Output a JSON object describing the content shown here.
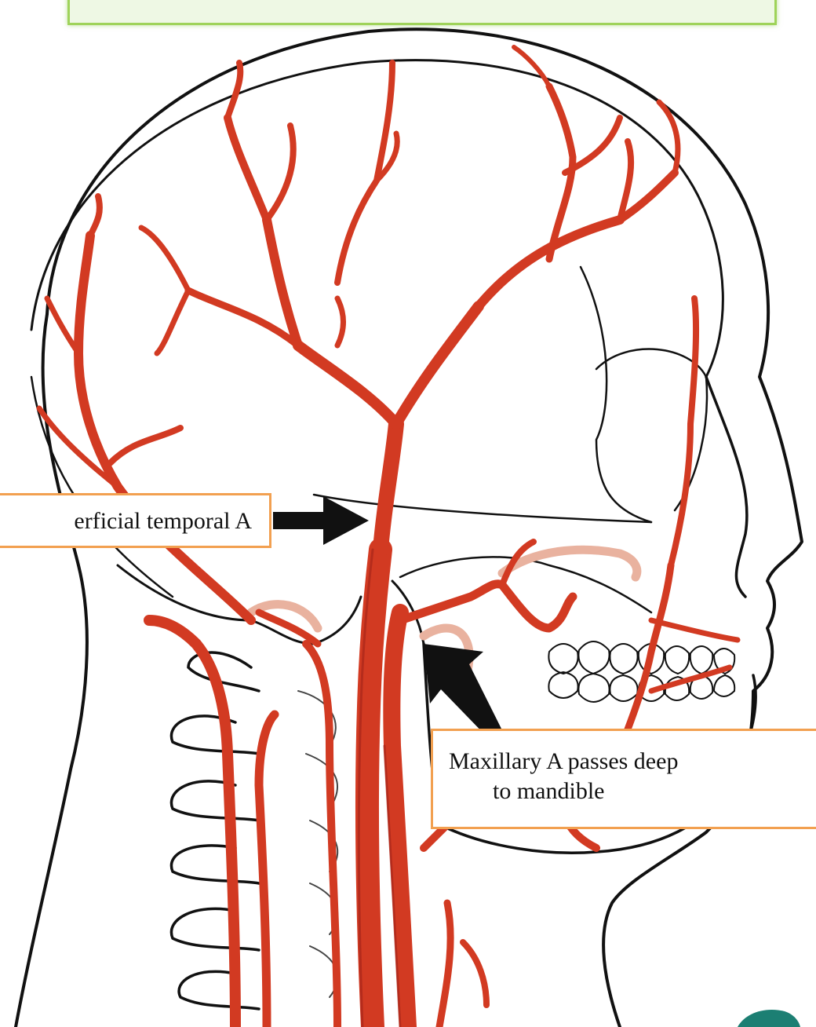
{
  "labels": {
    "superficial_temporal": "erficial temporal A",
    "maxillary_line1": "Maxillary A passes deep",
    "maxillary_line2": "to mandible"
  },
  "colors": {
    "artery": "#d23a22",
    "artery_dark": "#a8261a",
    "outline": "#111111",
    "faded_vessel": "#e9b29f",
    "callout_border": "#f2a050",
    "banner_border": "#9fd35a",
    "logo_teal": "#1c7f73"
  },
  "icons": {
    "pointer_1": "arrow-right-icon",
    "pointer_2": "arrow-up-left-icon"
  }
}
